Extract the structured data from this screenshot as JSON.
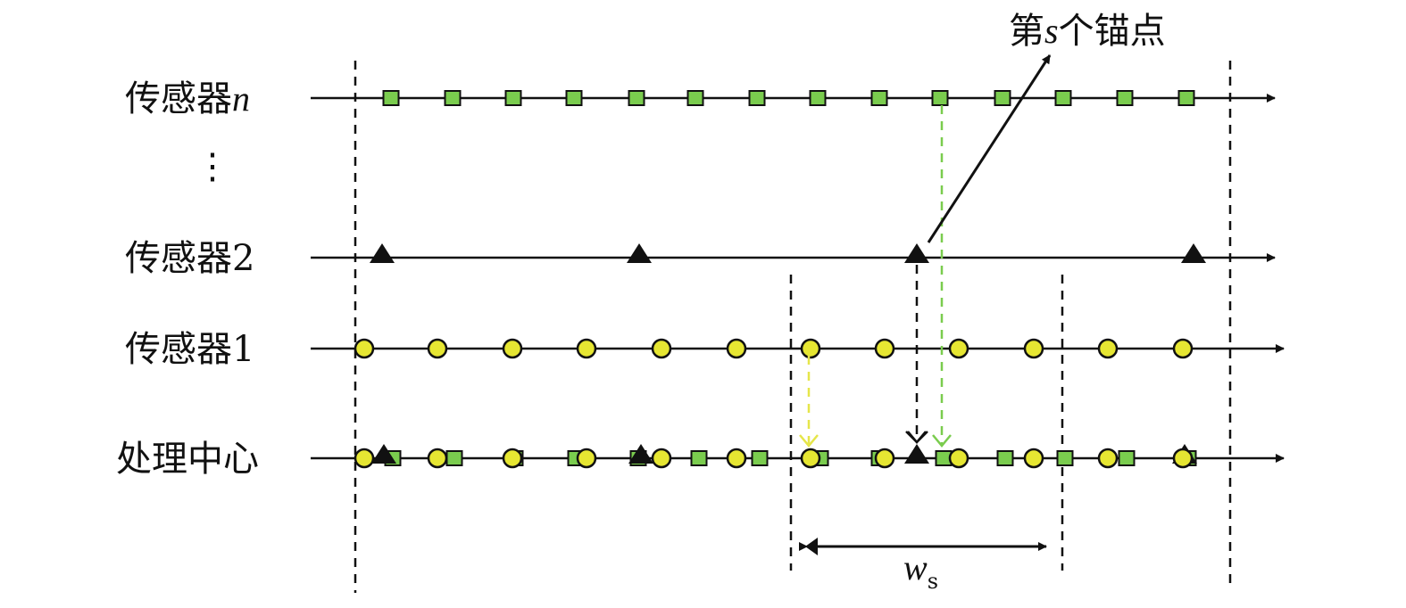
{
  "labels": {
    "sensor_n": "传感器",
    "sensor_n_var": "n",
    "ellipsis": "⋮",
    "sensor_2": "传感器2",
    "sensor_1": "传感器1",
    "center": "处理中心",
    "anchor_pre": "第",
    "anchor_var": "s",
    "anchor_post": "个锚点",
    "window_var": "w",
    "window_sub": "s"
  },
  "colors": {
    "square": "#7acc4e",
    "circle": "#e6e632",
    "triangle": "#111111",
    "yellow_arrow": "#e6e64a",
    "green_arrow": "#7acc4e"
  }
}
